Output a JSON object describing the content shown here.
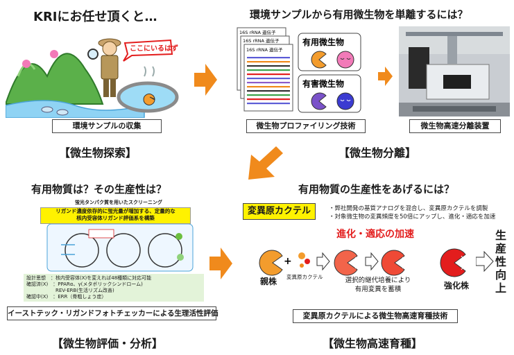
{
  "q1": {
    "title": "KRIにお任せ頂くと…",
    "speech": "ここにいるはず！",
    "caption": "環境サンプルの収集",
    "section": "【微生物探索】"
  },
  "q2": {
    "title": "環境サンプルから有用微生物を単離するには？",
    "gene_label": "16S rRNA 遺伝子",
    "useful": "有用微生物",
    "harmful": "有害微生物",
    "caption_profiling": "微生物プロファイリング技術",
    "caption_device": "微生物高速分離装置",
    "section": "【微生物分離】"
  },
  "q3": {
    "title": "有用物質は？その生産性は？",
    "inset_title": "蛍光タンパク質を用いたスクリーニング",
    "inset_banner": [
      "リガンド濃度依存的に蛍光量が増加する、定量的な",
      "核内受容体リガンド評価系を構築"
    ],
    "inset_notes": [
      "設計思想　：核内受容体(X)を変えれば48種類に対応可能",
      "確認済(X)　：PPARα、γ(メタボリックシンドローム)",
      "　　　　　　REV-ERB(生活リズム改善)",
      "確認中(X)　：ERR（骨粗しょう症）"
    ],
    "caption": "イーストテック・リガンドフォトチェッカーによる生理活性評価",
    "section": "【微生物評価・分析】"
  },
  "q4": {
    "title": "有用物質の生産性をあげるには？",
    "cocktail": "変異原カクテル",
    "bullets": [
      "・弊社開発の基質アナログを混合し、変異原カクテルを調製",
      "・対象微生物の変異頻度を50倍にアップし、進化・適応を加速"
    ],
    "evo_title": "進化・適応の加速",
    "parent": "親株",
    "mutagen": "変異原カクテル",
    "passage": [
      "選択的継代培養により",
      "有用変異を蓄積"
    ],
    "strong": "強化株",
    "vertical": "生産性向上",
    "caption": "変異原カクテルによる微生物高速育種技術",
    "section": "【微生物高速育種】"
  },
  "colors": {
    "accent_orange": "#f08a1c",
    "pacman_orange": "#f39c2d",
    "red": "#e31d1d",
    "banner_yellow": "#fff200"
  }
}
